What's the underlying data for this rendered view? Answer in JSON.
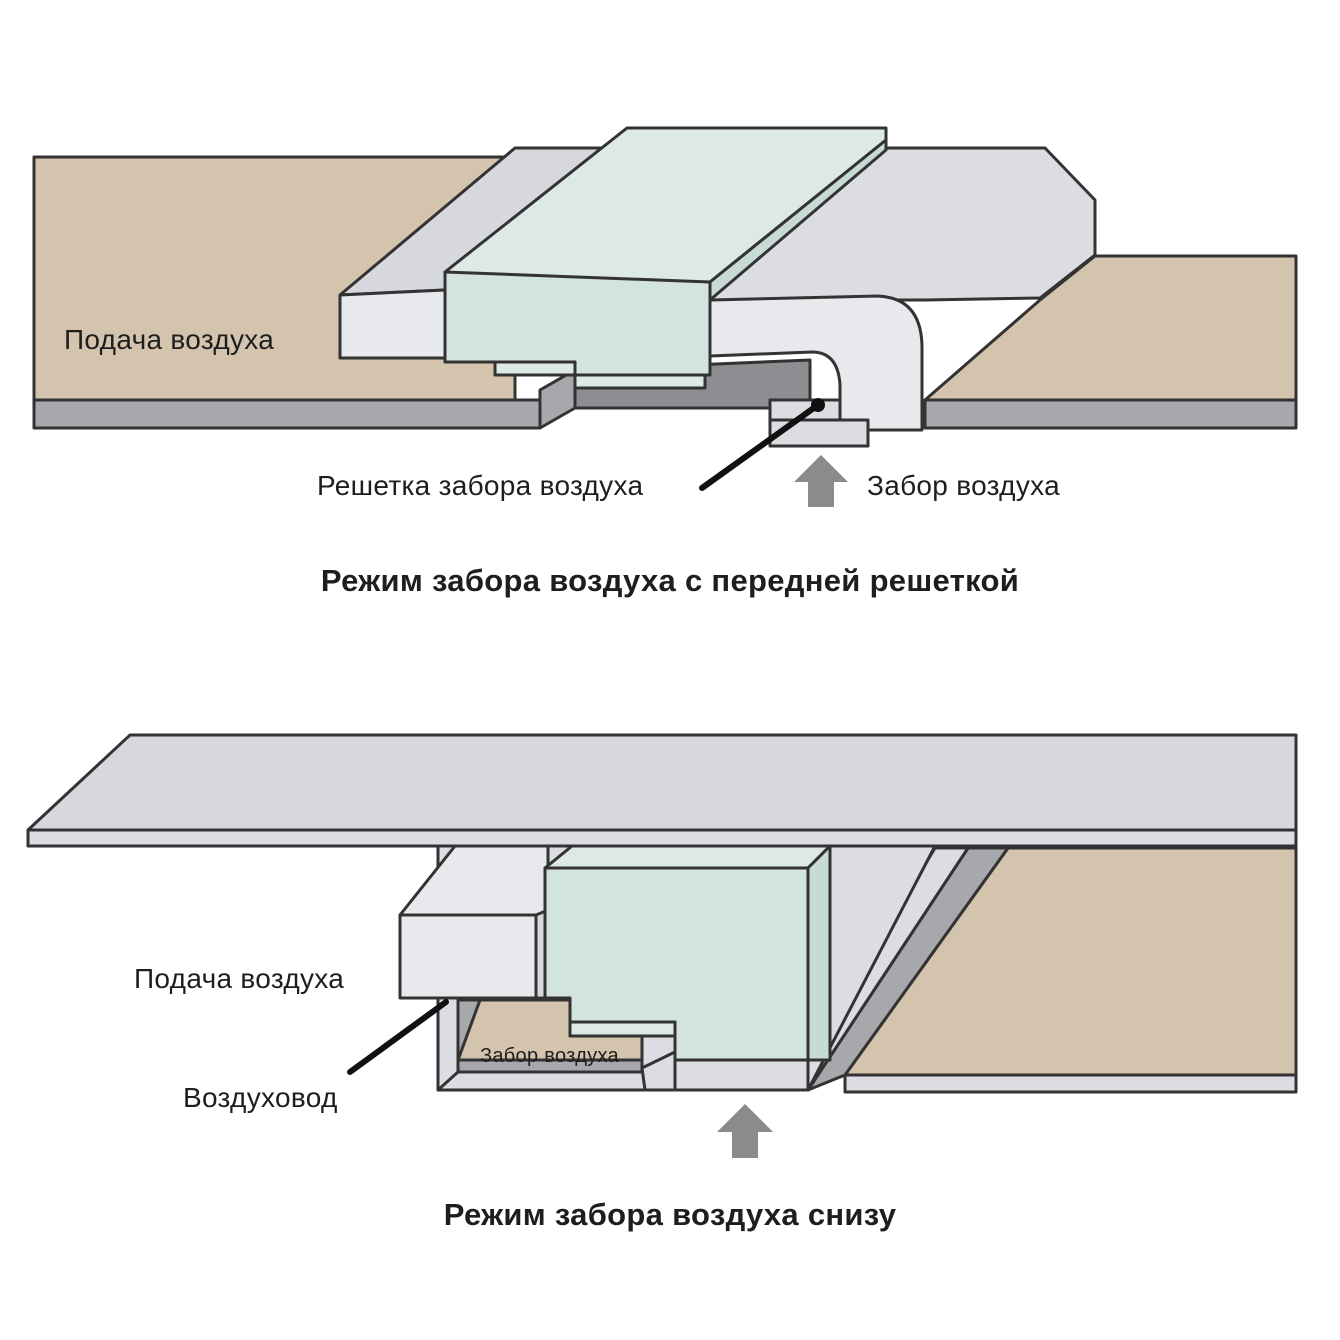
{
  "top_diagram": {
    "supply_label": "Подача воздуха",
    "grille_label": "Решетка забора воздуха",
    "intake_label": "Забор воздуха",
    "caption": "Режим забора воздуха с передней решеткой"
  },
  "bottom_diagram": {
    "supply_label": "Подача воздуха",
    "intake_label": "Забор воздуха",
    "duct_label": "Воздуховод",
    "caption": "Режим забора воздуха снизу"
  },
  "colors": {
    "beige": "#d4c3ad",
    "outline": "#333333",
    "gray_strip": "#a7a8ab",
    "unit_top": "#dde9e6",
    "unit_front": "#d3e3df",
    "duct": "#dcdde3",
    "duct_light": "#e8e9ed",
    "arrow": "#8b8b8b"
  }
}
